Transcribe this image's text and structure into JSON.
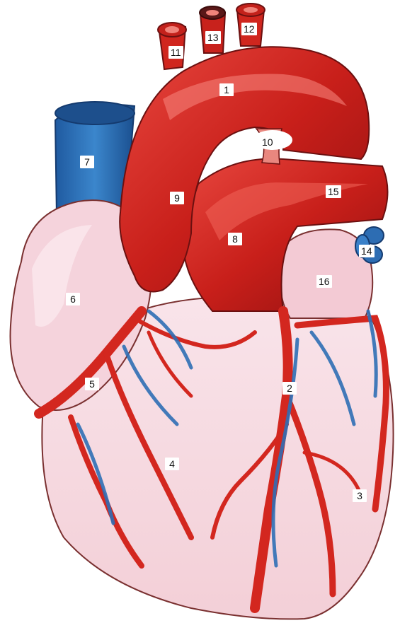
{
  "labels": {
    "n1": "1",
    "n2": "2",
    "n3": "3",
    "n4": "4",
    "n5": "5",
    "n6": "6",
    "n7": "7",
    "n8": "8",
    "n9": "9",
    "n10": "10",
    "n11": "11",
    "n12": "12",
    "n13": "13",
    "n14": "14",
    "n15": "15",
    "n16": "16"
  },
  "colors": {
    "artery": "#d3271f",
    "artery_dark": "#9e1414",
    "vein": "#2f6fb5",
    "vein_dark": "#174a8a",
    "myocardium": "#f7e1e6",
    "atrium": "#f6d6de",
    "outline": "#5a2020"
  }
}
